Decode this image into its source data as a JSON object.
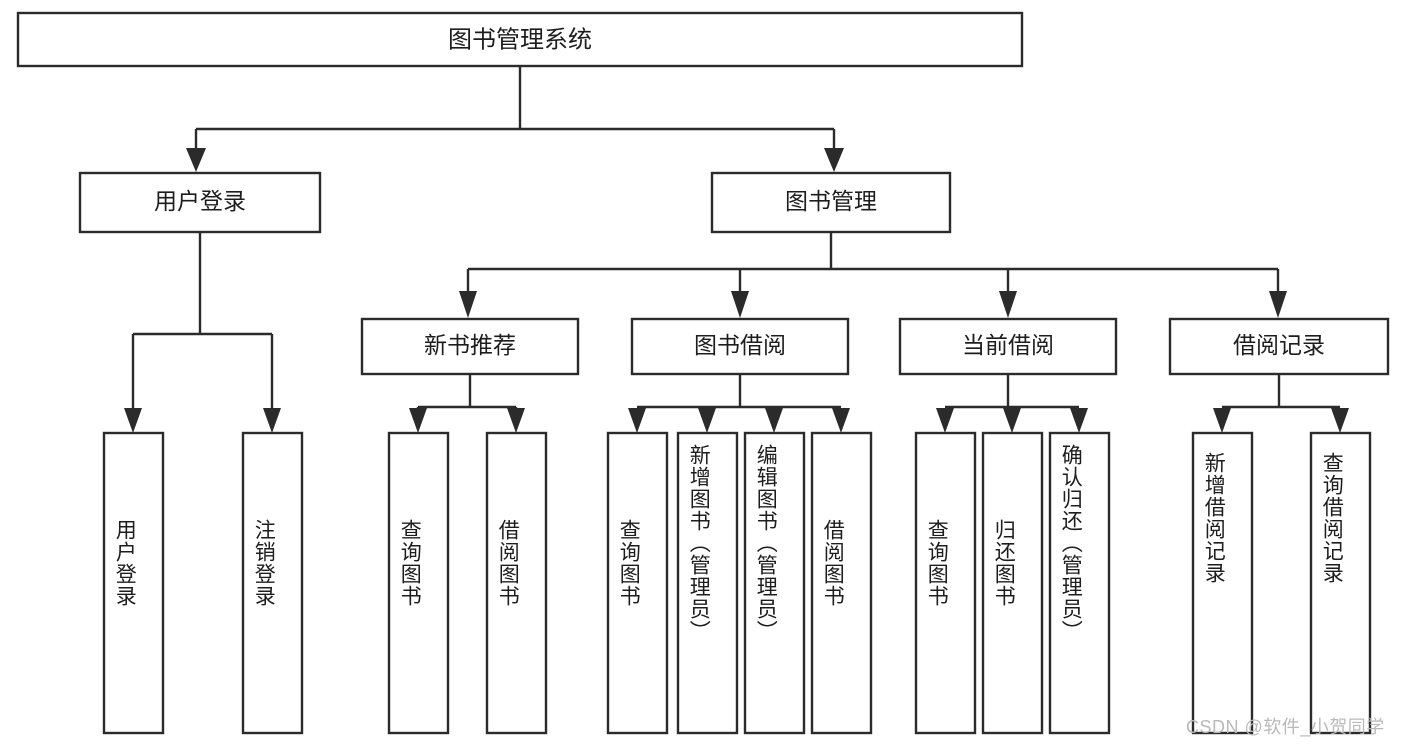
{
  "diagram": {
    "title": "图书管理系统",
    "type": "hierarchy-tree",
    "watermark": "CSDN @软件_小贺同学",
    "colors": {
      "box_stroke": "#2b2b2b",
      "box_fill": "#ffffff",
      "text": "#1d1d1d",
      "watermark": "#b9b9b9",
      "background": "#ffffff"
    },
    "levels": {
      "root": {
        "label": "图书管理系统"
      },
      "level2": [
        {
          "label": "用户登录"
        },
        {
          "label": "图书管理"
        }
      ],
      "level3": [
        {
          "label": "新书推荐"
        },
        {
          "label": "图书借阅"
        },
        {
          "label": "当前借阅"
        },
        {
          "label": "借阅记录"
        }
      ]
    },
    "leaves": {
      "user_login": [
        {
          "label": "用户登录"
        },
        {
          "label": "注销登录"
        }
      ],
      "new_book_recommend": [
        {
          "label": "查询图书"
        },
        {
          "label": "借阅图书"
        }
      ],
      "book_borrow": [
        {
          "label": "查询图书"
        },
        {
          "label": "新增图书（管理员）"
        },
        {
          "label": "编辑图书（管理员）"
        },
        {
          "label": "借阅图书"
        }
      ],
      "current_borrow": [
        {
          "label": "查询图书"
        },
        {
          "label": "归还图书"
        },
        {
          "label": "确认归还（管理员）"
        }
      ],
      "borrow_record": [
        {
          "label": "新增借阅记录"
        },
        {
          "label": "查询借阅记录"
        }
      ]
    }
  }
}
